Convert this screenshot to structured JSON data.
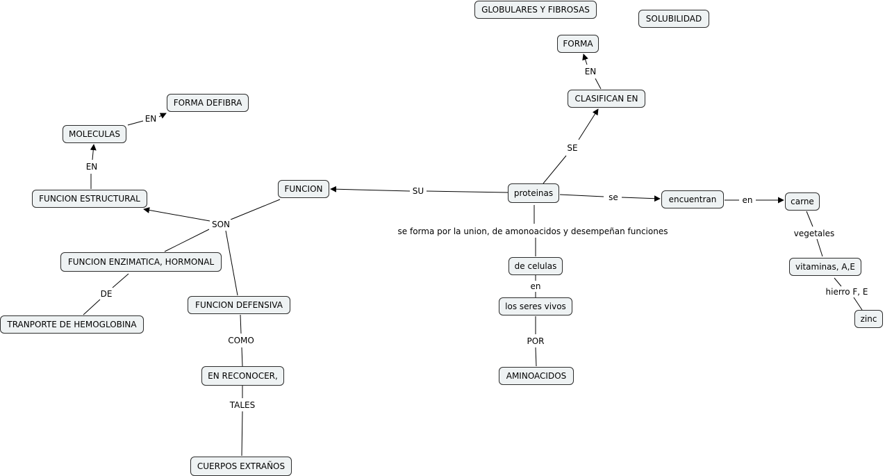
{
  "concepts": {
    "globulares": "GLOBULARES Y FIBROSAS",
    "solubilidad": "SOLUBILIDAD",
    "forma": "FORMA",
    "clasifican": "CLASIFICAN EN",
    "forma_defibra": "FORMA DEFIBRA",
    "moleculas": "MOLECULAS",
    "funcion": "FUNCION",
    "proteinas": "proteinas",
    "encuentran": "encuentran",
    "carne": "carne",
    "funcion_estructural": "FUNCION ESTRUCTURAL",
    "funcion_enzimatica": "FUNCION ENZIMATICA, HORMONAL",
    "vitaminas": "vitaminas, A,E",
    "de_celulas": "de celulas",
    "funcion_defensiva": "FUNCION DEFENSIVA",
    "seres_vivos": "los seres vivos",
    "tranporte": "TRANPORTE DE HEMOGLOBINA",
    "zinc": "zinc",
    "en_reconocer": "EN RECONOCER,",
    "aminoacidos": "AMINOACIDOS",
    "cuerpos_extranos": "CUERPOS EXTRAÑOS"
  },
  "links": {
    "en_forma": "EN",
    "se_clasifican": "SE",
    "en_moleculas": "EN",
    "en_estructural": "EN",
    "su": "SU",
    "se": "se",
    "en_carne": "en",
    "son": "SON",
    "se_forma": "se forma por la union, de amonoacidos y desempeñan funciones",
    "vegetales": "vegetales",
    "en_celulas": "en",
    "de": "DE",
    "hierro": "hierro F, E",
    "como": "COMO",
    "por": "POR",
    "tales": "TALES"
  }
}
